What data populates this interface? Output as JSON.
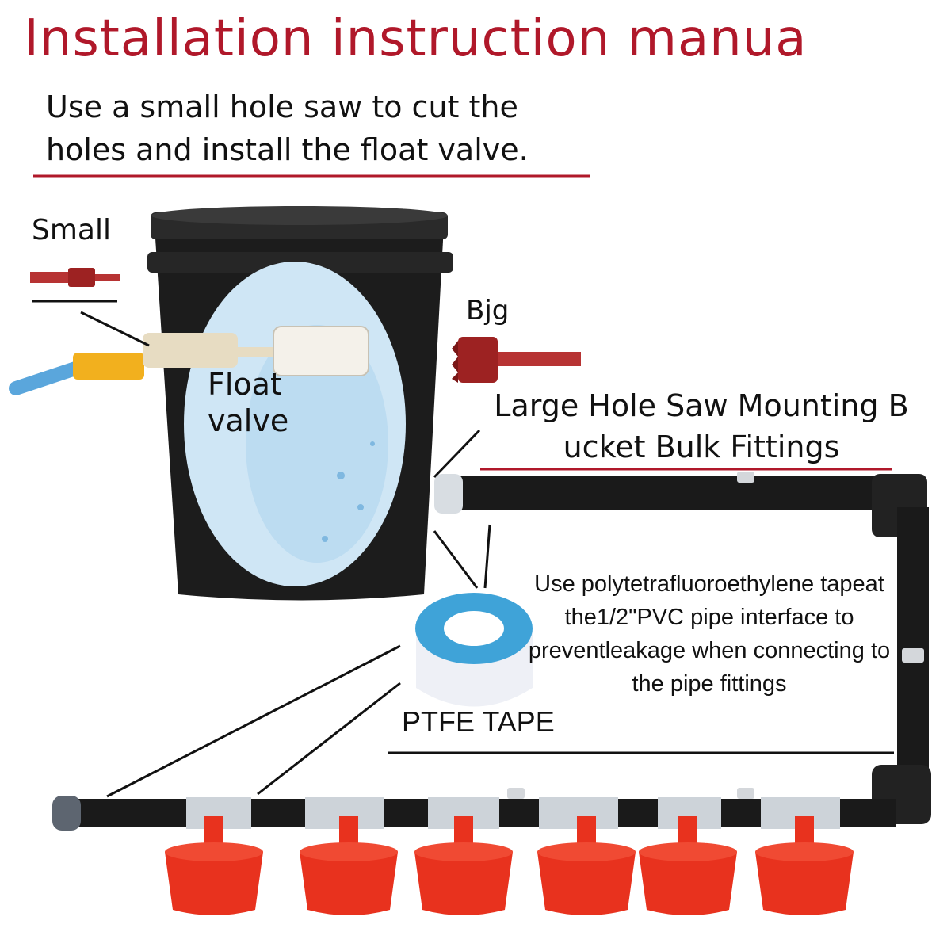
{
  "title": "Installation instruction manua",
  "instruction": "Use a small hole saw to cut the holes and install the float valve.",
  "labels": {
    "small": "Small",
    "big": "Bjg",
    "float_valve": "Float valve",
    "large_hole_saw": "Large Hole Saw Mounting B ucket Bulk Fittings",
    "ptfe_note": "Use polytetrafluoroethylene tapeat the1/2\"PVC pipe interface to preventleakage when connecting to the pipe fittings",
    "ptfe_tape": "PTFE TAPE"
  },
  "colors": {
    "accent_red": "#b0182a",
    "pipe": "#1a1a1a",
    "cup_red": "#e8321e",
    "water_blue": "#cfe6f5",
    "tape_blue": "#3fa3d8"
  },
  "icons": [
    "bucket-icon",
    "hole-saw-small-icon",
    "hole-saw-large-icon",
    "float-valve-icon",
    "hose-icon",
    "ptfe-tape-icon",
    "pvc-pipe-icon",
    "drinking-cup-icon"
  ],
  "cup_count": 6
}
